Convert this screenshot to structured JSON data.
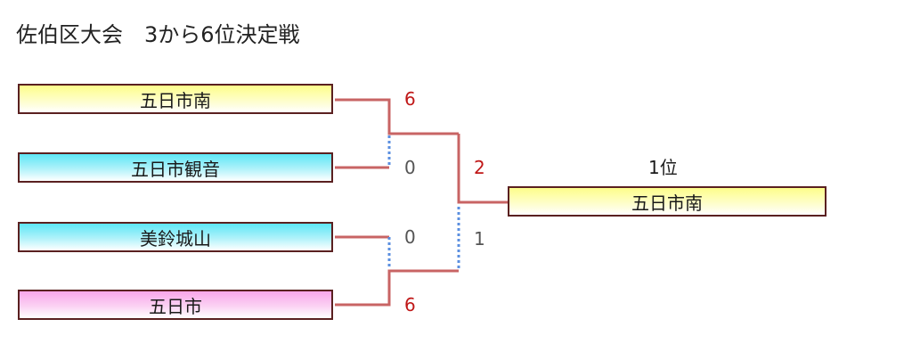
{
  "title": "佐伯区大会　3から6位決定戦",
  "teams": [
    {
      "name": "五日市南",
      "color": "yellow"
    },
    {
      "name": "五日市観音",
      "color": "cyan"
    },
    {
      "name": "美鈴城山",
      "color": "cyan"
    },
    {
      "name": "五日市",
      "color": "pink"
    }
  ],
  "round1": {
    "match1": {
      "score_top": "6",
      "score_bottom": "0"
    },
    "match2": {
      "score_top": "0",
      "score_bottom": "6"
    }
  },
  "final": {
    "score_top": "2",
    "score_bottom": "1"
  },
  "result": {
    "label": "1位",
    "winner": "五日市南"
  },
  "colors": {
    "winner_line": "#c86464",
    "loser_line": "#5b8fe0",
    "box_border": "#5a2020",
    "win_score": "#c01818",
    "lose_score": "#555555"
  }
}
